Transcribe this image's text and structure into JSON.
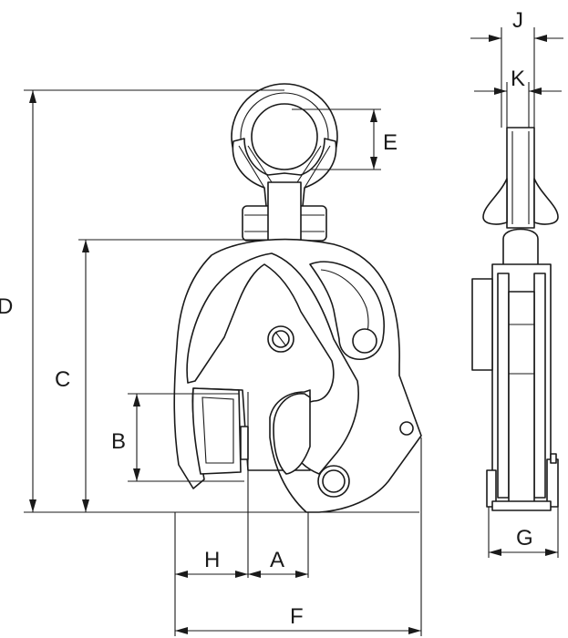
{
  "labels": {
    "A": "A",
    "B": "B",
    "C": "C",
    "D": "D",
    "E": "E",
    "F": "F",
    "G": "G",
    "H": "H",
    "J": "J",
    "K": "K"
  }
}
